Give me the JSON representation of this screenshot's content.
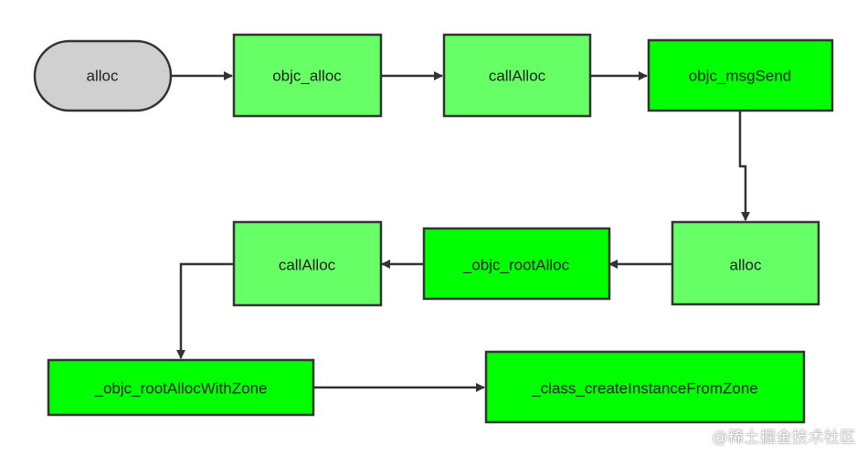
{
  "colors": {
    "terminal_fill": "#d0d0d0",
    "light_green": "#66ff66",
    "bright_green": "#00ff00",
    "stroke": "#333333",
    "arrow": "#333333"
  },
  "nodes": [
    {
      "id": "alloc-start",
      "label": "alloc",
      "shape": "terminal",
      "color": "#d0d0d0"
    },
    {
      "id": "objc-alloc",
      "label": "objc_alloc",
      "shape": "process",
      "color": "#66ff66"
    },
    {
      "id": "callalloc-1",
      "label": "callAlloc",
      "shape": "process",
      "color": "#66ff66"
    },
    {
      "id": "objc-msgsend",
      "label": "objc_msgSend",
      "shape": "process",
      "color": "#00ff00"
    },
    {
      "id": "alloc-2",
      "label": "alloc",
      "shape": "process",
      "color": "#66ff66"
    },
    {
      "id": "objc-rootalloc",
      "label": "_objc_rootAlloc",
      "shape": "process",
      "color": "#00ff00"
    },
    {
      "id": "callalloc-2",
      "label": "callAlloc",
      "shape": "process",
      "color": "#66ff66"
    },
    {
      "id": "objc-rootallocwithzone",
      "label": "_objc_rootAllocWithZone",
      "shape": "process",
      "color": "#00ff00"
    },
    {
      "id": "class-createinstancefromzone",
      "label": "_class_createInstanceFromZone",
      "shape": "process",
      "color": "#00ff00"
    }
  ],
  "edges": [
    {
      "from": "alloc-start",
      "to": "objc-alloc"
    },
    {
      "from": "objc-alloc",
      "to": "callalloc-1"
    },
    {
      "from": "callalloc-1",
      "to": "objc-msgsend"
    },
    {
      "from": "objc-msgsend",
      "to": "alloc-2"
    },
    {
      "from": "alloc-2",
      "to": "objc-rootalloc"
    },
    {
      "from": "objc-rootalloc",
      "to": "callalloc-2"
    },
    {
      "from": "callalloc-2",
      "to": "objc-rootallocwithzone"
    },
    {
      "from": "objc-rootallocwithzone",
      "to": "class-createinstancefromzone"
    }
  ],
  "watermark": "@稀土掘金技术社区"
}
